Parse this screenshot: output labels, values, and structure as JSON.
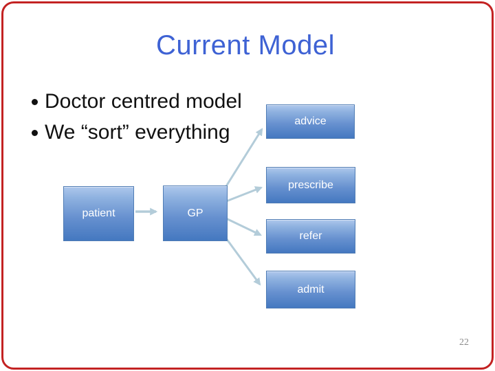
{
  "slide": {
    "title": "Current Model",
    "bullets": [
      "Doctor centred model",
      "We “sort” everything"
    ],
    "page_number": "22"
  },
  "diagram": {
    "nodes": [
      {
        "id": "patient",
        "label": "patient"
      },
      {
        "id": "gp",
        "label": "GP"
      },
      {
        "id": "advice",
        "label": "advice"
      },
      {
        "id": "prescribe",
        "label": "prescribe"
      },
      {
        "id": "refer",
        "label": "refer"
      },
      {
        "id": "admit",
        "label": "admit"
      }
    ],
    "edges": [
      {
        "from": "patient",
        "to": "gp"
      },
      {
        "from": "gp",
        "to": "advice"
      },
      {
        "from": "gp",
        "to": "prescribe"
      },
      {
        "from": "gp",
        "to": "refer"
      },
      {
        "from": "gp",
        "to": "admit"
      }
    ]
  },
  "colors": {
    "title_blue": "#3e62d4",
    "body_text": "#111111",
    "box_border": "#4f7cb4",
    "box_gradient_top": "#aec7ec",
    "box_gradient_bottom": "#4478c0",
    "box_label": "#ffffff",
    "arrow": "#b3ccd9",
    "frame_red": "#c32222",
    "page_number_gray": "#8a8a8a"
  }
}
